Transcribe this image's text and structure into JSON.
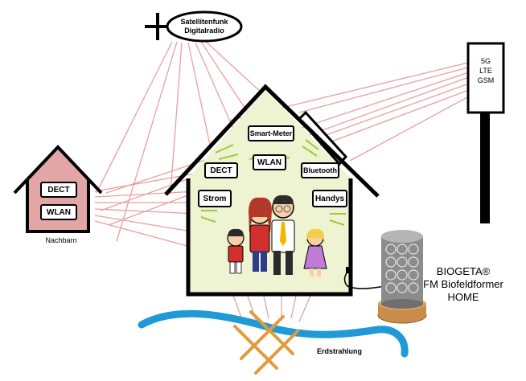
{
  "satellite": {
    "line1": "Satellitenfunk",
    "line2": "Digitalradio"
  },
  "tower": {
    "lines": [
      "5G",
      "LTE",
      "GSM"
    ]
  },
  "neighbor": {
    "caption": "Nachbarn",
    "labels": [
      "DECT",
      "WLAN"
    ]
  },
  "house": {
    "labels": [
      "Smart-Meter",
      "DECT",
      "WLAN",
      "Bluetooth",
      "Strom",
      "Handys"
    ]
  },
  "product": {
    "line1": "BIOGETA®",
    "line2": "FM Biofeldformer",
    "line3": "HOME"
  },
  "earth": {
    "label": "Erdstrahlung"
  },
  "colors": {
    "rays": "#e8a0a0",
    "house_fill": "#eef3d2",
    "neighbor_fill": "#e3a6a6",
    "water": "#1f9ad6",
    "earth_lines": "#e39a3a",
    "tower": "#000000"
  }
}
